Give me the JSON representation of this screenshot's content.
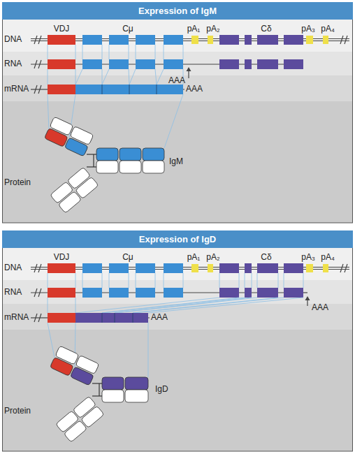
{
  "diagram": {
    "nodes": [
      {
        "text": [
          "Expression of IgM"
        ]
      },
      {
        "text": [
          "Expression of IgD"
        ]
      }
    ],
    "labels": [
      "VDJ",
      "Cμ",
      "pA₁",
      "pA₂",
      "Cδ",
      "pA₃",
      "pA₄",
      "DNA",
      "RNA",
      "AAA",
      "mRNA",
      "AAA",
      "Protein",
      "IgM",
      "VDJ",
      "Cμ",
      "pA₁",
      "pA₂",
      "Cδ",
      "pA₃",
      "pA₄",
      "DNA",
      "RNA",
      "AAA",
      "mRNA",
      "AAA",
      "Protein",
      "IgD"
    ]
  }
}
